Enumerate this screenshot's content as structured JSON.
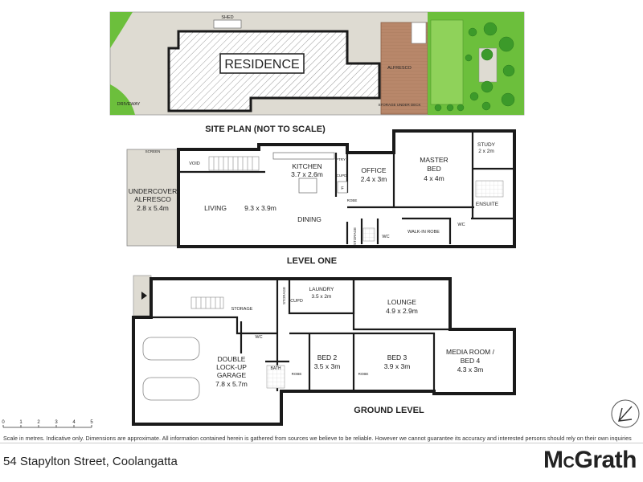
{
  "site": {
    "residence": "RESIDENCE",
    "driveway": "DRIVEWAY",
    "shed": "SHED",
    "alfresco": "ALFRESCO",
    "storage_under_deck": "STORAGE UNDER DECK",
    "caption": "SITE PLAN (NOT TO SCALE)"
  },
  "level_one": {
    "heading": "LEVEL ONE",
    "screen": "SCREEN",
    "void": "VOID",
    "undercover": {
      "name": "UNDERCOVER ALFRESCO",
      "line1": "UNDERCOVER",
      "line2": "ALFRESCO",
      "dims": "2.8 x 5.4m"
    },
    "kitchen": {
      "name": "KITCHEN",
      "dims": "3.7 x 2.6m"
    },
    "ptry": "PTRY",
    "cupd": "CUPD",
    "fridge": "F",
    "office": {
      "name": "OFFICE",
      "dims": "2.4 x 3m"
    },
    "robe": "ROBE",
    "master": {
      "line1": "MASTER",
      "line2": "BED",
      "dims": "4 x 4m"
    },
    "study": {
      "name": "STUDY",
      "dims": "2 x 2m"
    },
    "ensuite": "ENSUITE",
    "living": "LIVING",
    "living_dims": "9.3 x 3.9m",
    "dining": "DINING",
    "storage": "STORAGE",
    "wc1": "WC",
    "wc2": "WC",
    "walkin": "WALK-IN ROBE"
  },
  "ground": {
    "heading": "GROUND LEVEL",
    "laundry": {
      "name": "LAUNDRY",
      "dims": "3.5 x 2m"
    },
    "cupd": "CUPD",
    "storage_small": "STORAGE",
    "storage": "STORAGE",
    "lounge": {
      "name": "LOUNGE",
      "dims": "4.9 x 2.9m"
    },
    "garage": {
      "line1": "DOUBLE",
      "line2": "LOCK-UP",
      "line3": "GARAGE",
      "dims": "7.8 x 5.7m"
    },
    "wc": "WC",
    "bath": "BATH",
    "bed2": {
      "name": "BED 2",
      "dims": "3.5 x 3m"
    },
    "bed3": {
      "name": "BED 3",
      "dims": "3.9 x 3m"
    },
    "media": {
      "line1": "MEDIA ROOM /",
      "line2": "BED 4",
      "dims": "4.3 x 3m"
    },
    "robe1": "ROBE",
    "robe2": "ROBE"
  },
  "scale_bar": {
    "ticks": [
      "0",
      "1",
      "2",
      "3",
      "4",
      "5"
    ]
  },
  "footer": {
    "disclaimer": "Scale in metres. Indicative only. Dimensions are approximate. All information contained herein is gathered from sources we believe to be reliable. However we cannot guarantee its accuracy and interested persons should rely on their own inquiries",
    "address": "54 Stapylton Street, Coolangatta",
    "brand_m": "M",
    "brand_c": "C",
    "brand_rest": "Grath"
  },
  "colors": {
    "lawn": "#6cbf3c",
    "lawn_light": "#8fd25a",
    "deck": "#b8876a",
    "paving": "#d9d6cc",
    "wall": "#1a1a1a"
  }
}
